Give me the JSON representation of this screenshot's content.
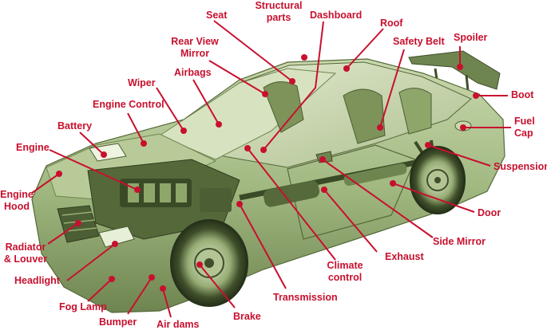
{
  "colors": {
    "label": "#c8102e",
    "leader_line": "#c8102e",
    "car_body": "#9db27a",
    "car_dark": "#4c5e33",
    "car_light": "#dbe6c4",
    "engine": "#3b4a26"
  },
  "labels": {
    "seat": "Seat",
    "structural_parts_1": "Structural",
    "structural_parts_2": "parts",
    "dashboard": "Dashboard",
    "roof": "Roof",
    "safety_belt": "Safety Belt",
    "spoiler": "Spoiler",
    "rear_view_mirror_1": "Rear View",
    "rear_view_mirror_2": "Mirror",
    "airbags": "Airbags",
    "wiper": "Wiper",
    "engine_control": "Engine Control",
    "battery": "Battery",
    "engine": "Engine",
    "engine_hood_1": "Engine",
    "engine_hood_2": "Hood",
    "radiator_1": "Radiator",
    "radiator_2": "& Louver",
    "headlight": "Headlight",
    "fog_lamp": "Fog Lamp",
    "bumper": "Bumper",
    "air_dams": "Air dams",
    "brake": "Brake",
    "transmission": "Transmission",
    "climate_control_1": "Climate",
    "climate_control_2": "control",
    "exhaust": "Exhaust",
    "side_mirror": "Side Mirror",
    "door": "Door",
    "suspension": "Suspension",
    "fuel_cap_1": "Fuel",
    "fuel_cap_2": "Cap",
    "boot": "Boot"
  }
}
